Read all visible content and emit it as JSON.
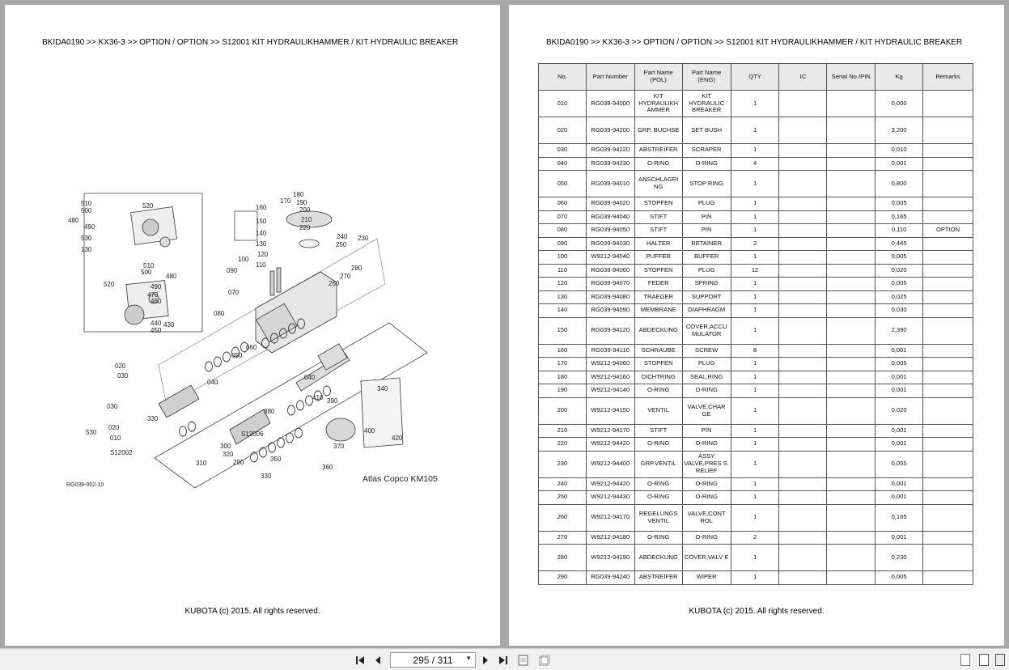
{
  "breadcrumb": "BKIDA0190 >> KX36-3 >> OPTION / OPTION >> S12001   KIT HYDRAULIKHAMMER / KIT HYDRAULIC BREAKER",
  "footer": "KUBOTA (c) 2015. All rights reserved.",
  "diagram": {
    "figure_code": "RG039-002-10",
    "caption": "Atlas Copco  KM105",
    "callouts": [
      "510",
      "500",
      "480",
      "490",
      "530",
      "520",
      "130",
      "160",
      "170",
      "180",
      "190",
      "200",
      "150",
      "210",
      "220",
      "140",
      "240",
      "230",
      "250",
      "130",
      "120",
      "100",
      "110",
      "280",
      "270",
      "260",
      "090",
      "070",
      "510",
      "500",
      "480",
      "520",
      "490",
      "470",
      "460",
      "440",
      "430",
      "450",
      "080",
      "060",
      "050",
      "020",
      "030",
      "040",
      "040",
      "340",
      "410",
      "390",
      "380",
      "330",
      "030",
      "020",
      "530",
      "010",
      "S12002",
      "S12006",
      "320",
      "300",
      "310",
      "290",
      "350",
      "360",
      "370",
      "400",
      "420",
      "330"
    ]
  },
  "table": {
    "headers": {
      "no": "No.",
      "part_number": "Part Number",
      "name_pol": "Part Name\n(POL)",
      "name_eng": "Part Name\n(ENG)",
      "qty": "QTY",
      "ic": "IC",
      "serial": "Serial No./PIN",
      "kg": "Kg",
      "remarks": "Remarks"
    },
    "rows": [
      {
        "no": "010",
        "pn": "RG039-94000",
        "pol": "KIT HYDRAULIKH AMMER",
        "eng": "KIT HYDRAULIC BREAKER",
        "qty": "1",
        "ic": "",
        "sn": "",
        "kg": "0,000",
        "rem": "",
        "tall": true
      },
      {
        "no": "020",
        "pn": "RG039-94200",
        "pol": "GRP. BUCHSE",
        "eng": "SET BUSH",
        "qty": "1",
        "ic": "",
        "sn": "",
        "kg": "3,200",
        "rem": "",
        "tall": true
      },
      {
        "no": "030",
        "pn": "RG039-94220",
        "pol": "ABSTREIFER",
        "eng": "SCRAPER",
        "qty": "1",
        "ic": "",
        "sn": "",
        "kg": "0,010",
        "rem": "",
        "tall": false
      },
      {
        "no": "040",
        "pn": "RG039-94230",
        "pol": "O-RING",
        "eng": "O-RING",
        "qty": "4",
        "ic": "",
        "sn": "",
        "kg": "0,001",
        "rem": "",
        "tall": false
      },
      {
        "no": "050",
        "pn": "RG039-94010",
        "pol": "ANSCHLAGRI NG",
        "eng": "STOP RING",
        "qty": "1",
        "ic": "",
        "sn": "",
        "kg": "0,800",
        "rem": "",
        "tall": true
      },
      {
        "no": "060",
        "pn": "RG039-94020",
        "pol": "STOPFEN",
        "eng": "PLUG",
        "qty": "1",
        "ic": "",
        "sn": "",
        "kg": "0,005",
        "rem": "",
        "tall": false
      },
      {
        "no": "070",
        "pn": "RG039-94040",
        "pol": "STIFT",
        "eng": "PIN",
        "qty": "1",
        "ic": "",
        "sn": "",
        "kg": "0,165",
        "rem": "",
        "tall": false
      },
      {
        "no": "080",
        "pn": "RG039-94050",
        "pol": "STIFT",
        "eng": "PIN",
        "qty": "1",
        "ic": "",
        "sn": "",
        "kg": "0,110",
        "rem": "OPTION",
        "tall": false
      },
      {
        "no": "090",
        "pn": "RG039-94030",
        "pol": "HALTER",
        "eng": "RETAINER",
        "qty": "2",
        "ic": "",
        "sn": "",
        "kg": "0,445",
        "rem": "",
        "tall": false
      },
      {
        "no": "100",
        "pn": "W9212-94040",
        "pol": "PUFFER",
        "eng": "BUFFER",
        "qty": "1",
        "ic": "",
        "sn": "",
        "kg": "0,005",
        "rem": "",
        "tall": false
      },
      {
        "no": "110",
        "pn": "RG039-94060",
        "pol": "STOPFEN",
        "eng": "PLUG",
        "qty": "12",
        "ic": "",
        "sn": "",
        "kg": "0,020",
        "rem": "",
        "tall": false
      },
      {
        "no": "120",
        "pn": "RG039-94070",
        "pol": "FEDER",
        "eng": "SPRING",
        "qty": "1",
        "ic": "",
        "sn": "",
        "kg": "0,005",
        "rem": "",
        "tall": false
      },
      {
        "no": "130",
        "pn": "RG039-94080",
        "pol": "TRAEGER",
        "eng": "SUPPORT",
        "qty": "1",
        "ic": "",
        "sn": "",
        "kg": "0,025",
        "rem": "",
        "tall": false
      },
      {
        "no": "140",
        "pn": "RG039-94090",
        "pol": "MEMBRANE",
        "eng": "DIAPHRAGM",
        "qty": "1",
        "ic": "",
        "sn": "",
        "kg": "0,030",
        "rem": "",
        "tall": false
      },
      {
        "no": "150",
        "pn": "RG039-94120",
        "pol": "ABDECKUNG",
        "eng": "COVER,ACCU MULATOR",
        "qty": "1",
        "ic": "",
        "sn": "",
        "kg": "2,390",
        "rem": "",
        "tall": true
      },
      {
        "no": "160",
        "pn": "RG039-94110",
        "pol": "SCHRAUBE",
        "eng": "SCREW",
        "qty": "8",
        "ic": "",
        "sn": "",
        "kg": "0,001",
        "rem": "",
        "tall": false
      },
      {
        "no": "170",
        "pn": "W9212-94060",
        "pol": "STOPFEN",
        "eng": "PLUG",
        "qty": "1",
        "ic": "",
        "sn": "",
        "kg": "0,005",
        "rem": "",
        "tall": false
      },
      {
        "no": "180",
        "pn": "W9212-94160",
        "pol": "DICHTRING",
        "eng": "SEAL,RING",
        "qty": "1",
        "ic": "",
        "sn": "",
        "kg": "0,001",
        "rem": "",
        "tall": false
      },
      {
        "no": "190",
        "pn": "W9212-94140",
        "pol": "O-RING",
        "eng": "O-RING",
        "qty": "1",
        "ic": "",
        "sn": "",
        "kg": "0,001",
        "rem": "",
        "tall": false
      },
      {
        "no": "200",
        "pn": "W9212-94150",
        "pol": "VENTIL",
        "eng": "VALVE,CHAR GE",
        "qty": "1",
        "ic": "",
        "sn": "",
        "kg": "0,020",
        "rem": "",
        "tall": true
      },
      {
        "no": "210",
        "pn": "W9212-94170",
        "pol": "STIFT",
        "eng": "PIN",
        "qty": "1",
        "ic": "",
        "sn": "",
        "kg": "0,001",
        "rem": "",
        "tall": false
      },
      {
        "no": "220",
        "pn": "W9212-94420",
        "pol": "O-RING",
        "eng": "O-RING",
        "qty": "1",
        "ic": "",
        "sn": "",
        "kg": "0,001",
        "rem": "",
        "tall": false
      },
      {
        "no": "230",
        "pn": "W9212-94400",
        "pol": "GRP.VENTIL",
        "eng": "ASSY VALVE,PRES S. RELIEF",
        "qty": "1",
        "ic": "",
        "sn": "",
        "kg": "0,055",
        "rem": "",
        "tall": true
      },
      {
        "no": "240",
        "pn": "W9212-94420",
        "pol": "O-RING",
        "eng": "O-RING",
        "qty": "1",
        "ic": "",
        "sn": "",
        "kg": "0,001",
        "rem": "",
        "tall": false
      },
      {
        "no": "250",
        "pn": "W9212-94430",
        "pol": "O-RING",
        "eng": "O-RING",
        "qty": "1",
        "ic": "",
        "sn": "",
        "kg": "0,001",
        "rem": "",
        "tall": false
      },
      {
        "no": "260",
        "pn": "W9212-94170",
        "pol": "REGELUNGS VENTIL",
        "eng": "VALVE,CONT ROL",
        "qty": "1",
        "ic": "",
        "sn": "",
        "kg": "0,165",
        "rem": "",
        "tall": true
      },
      {
        "no": "270",
        "pn": "W9212-94180",
        "pol": "O-RING",
        "eng": "O-RING",
        "qty": "2",
        "ic": "",
        "sn": "",
        "kg": "0,001",
        "rem": "",
        "tall": false
      },
      {
        "no": "280",
        "pn": "W9212-94190",
        "pol": "ABDECKUNG",
        "eng": "COVER,VALV E",
        "qty": "1",
        "ic": "",
        "sn": "",
        "kg": "0,230",
        "rem": "",
        "tall": true
      },
      {
        "no": "290",
        "pn": "RG039-94240",
        "pol": "ABSTREIFER",
        "eng": "WIPER",
        "qty": "1",
        "ic": "",
        "sn": "",
        "kg": "0,005",
        "rem": "",
        "tall": false
      }
    ]
  },
  "toolbar": {
    "page_indicator": "295 / 311",
    "icons": [
      "first-page-icon",
      "prev-page-icon",
      "next-page-icon",
      "last-page-icon",
      "fit-page-icon",
      "rotate-icon",
      "single-page-view-icon",
      "two-page-view-icon",
      "continuous-view-icon"
    ]
  }
}
